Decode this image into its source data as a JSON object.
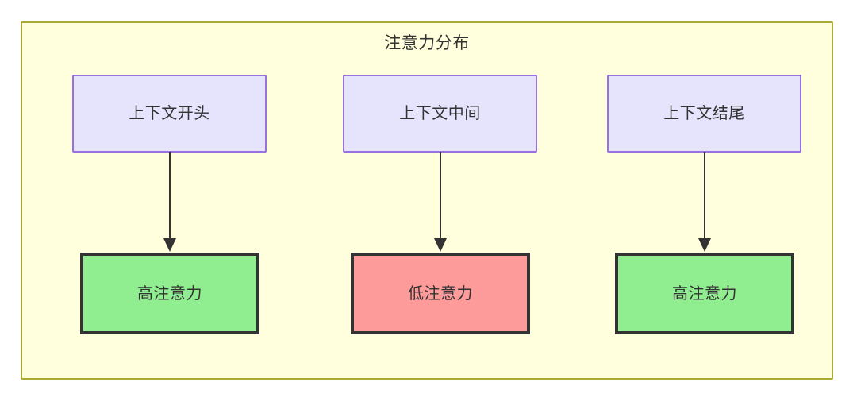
{
  "diagram": {
    "title": "注意力分布",
    "container": {
      "fill": "#ffffdd",
      "stroke": "#aaaa33"
    },
    "columns": [
      {
        "source": {
          "label": "上下文开头",
          "fill": "#e6e3fc",
          "stroke": "#9771e0"
        },
        "arrow": {
          "icon": "down-arrow-icon",
          "color": "#333333"
        },
        "target": {
          "label": "高注意力",
          "fill": "#90ee90",
          "stroke": "#333333"
        }
      },
      {
        "source": {
          "label": "上下文中间",
          "fill": "#e6e3fc",
          "stroke": "#9771e0"
        },
        "arrow": {
          "icon": "down-arrow-icon",
          "color": "#333333"
        },
        "target": {
          "label": "低注意力",
          "fill": "#fd9a9a",
          "stroke": "#333333"
        }
      },
      {
        "source": {
          "label": "上下文结尾",
          "fill": "#e6e3fc",
          "stroke": "#9771e0"
        },
        "arrow": {
          "icon": "down-arrow-icon",
          "color": "#333333"
        },
        "target": {
          "label": "高注意力",
          "fill": "#90ee90",
          "stroke": "#333333"
        }
      }
    ]
  }
}
